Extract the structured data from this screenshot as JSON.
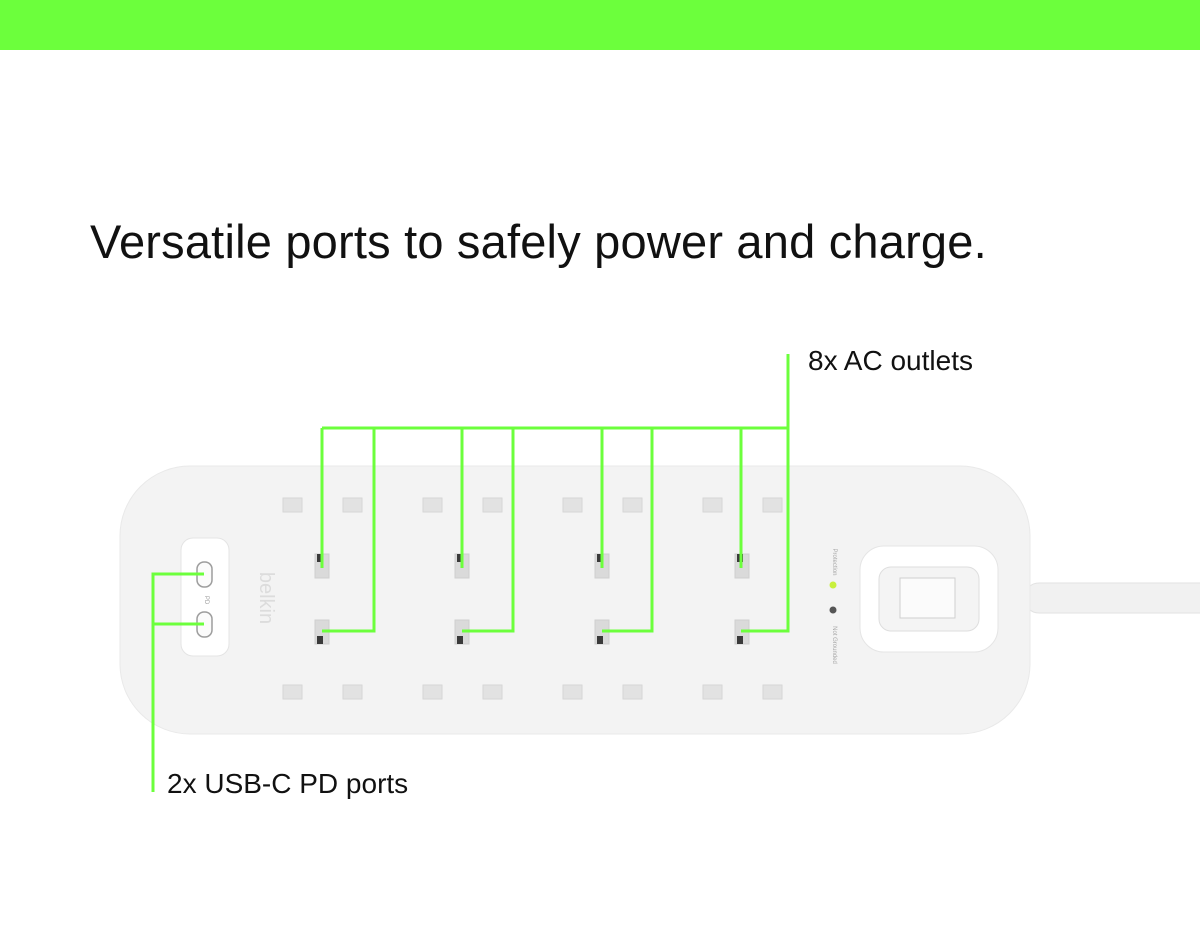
{
  "banner": {
    "color": "#6cff3c"
  },
  "headline": "Versatile ports to safely power and charge.",
  "callouts": {
    "ac_outlets": "8x AC outlets",
    "usbc_ports": "2x USB-C PD ports"
  },
  "product": {
    "brand": "belkin",
    "usb_panel_label": "PD",
    "indicator_labels": [
      "Protection",
      "Not Grounded"
    ],
    "indicator_colors": {
      "protection": "#c8f03c",
      "not_grounded": "#555555"
    },
    "outlet_count": 8,
    "usbc_count": 2
  },
  "colors": {
    "accent": "#6cff3c",
    "device": "#f3f3f3"
  }
}
